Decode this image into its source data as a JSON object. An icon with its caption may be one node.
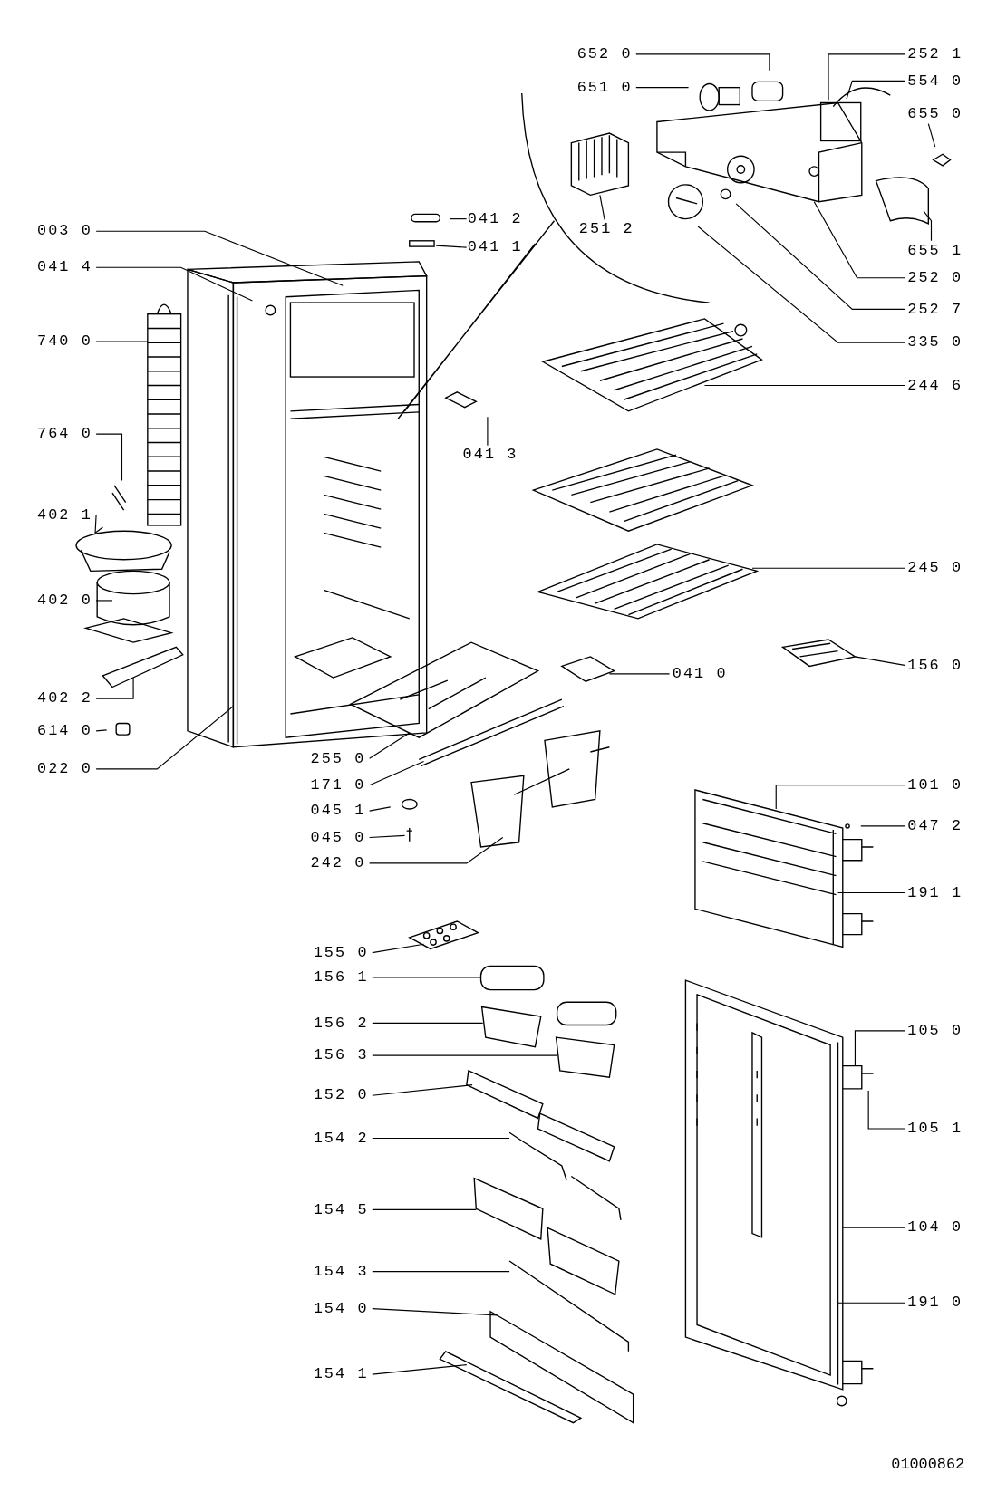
{
  "diagram": {
    "nodes": [
      {
        "text": [
          "652 0"
        ]
      },
      {
        "text": [
          "252 1"
        ]
      },
      {
        "text": [
          "554 0"
        ]
      },
      {
        "text": [
          "651 0"
        ]
      },
      {
        "text": [
          "655 0"
        ]
      },
      {
        "text": [
          "041 2"
        ]
      },
      {
        "text": [
          "251 2"
        ]
      },
      {
        "text": [
          "003 0"
        ]
      },
      {
        "text": [
          "041 1"
        ]
      },
      {
        "text": [
          "655 1"
        ]
      },
      {
        "text": [
          "041 4"
        ]
      },
      {
        "text": [
          "252 0"
        ]
      },
      {
        "text": [
          "252 7"
        ]
      },
      {
        "text": [
          "740 0"
        ]
      },
      {
        "text": [
          "335 0"
        ]
      },
      {
        "text": [
          "244 6"
        ]
      },
      {
        "text": [
          "764 0"
        ]
      },
      {
        "text": [
          "041 3"
        ]
      },
      {
        "text": [
          "402 1"
        ]
      },
      {
        "text": [
          "245 0"
        ]
      },
      {
        "text": [
          "402 0"
        ]
      },
      {
        "text": [
          "156 0"
        ]
      },
      {
        "text": [
          "041 0"
        ]
      },
      {
        "text": [
          "402 2"
        ]
      },
      {
        "text": [
          "614 0"
        ]
      },
      {
        "text": [
          "255 0"
        ]
      },
      {
        "text": [
          "022 0"
        ]
      },
      {
        "text": [
          "101 0"
        ]
      },
      {
        "text": [
          "171 0"
        ]
      },
      {
        "text": [
          "045 1"
        ]
      },
      {
        "text": [
          "047 2"
        ]
      },
      {
        "text": [
          "045 0"
        ]
      },
      {
        "text": [
          "242 0"
        ]
      },
      {
        "text": [
          "191 1"
        ]
      },
      {
        "text": [
          "155 0"
        ]
      },
      {
        "text": [
          "156 1"
        ]
      },
      {
        "text": [
          "156 2"
        ]
      },
      {
        "text": [
          "105 0"
        ]
      },
      {
        "text": [
          "156 3"
        ]
      },
      {
        "text": [
          "152 0"
        ]
      },
      {
        "text": [
          "105 1"
        ]
      },
      {
        "text": [
          "154 2"
        ]
      },
      {
        "text": [
          "154 5"
        ]
      },
      {
        "text": [
          "104 0"
        ]
      },
      {
        "text": [
          "154 3"
        ]
      },
      {
        "text": [
          "191 0"
        ]
      },
      {
        "text": [
          "154 0"
        ]
      },
      {
        "text": [
          "154 1"
        ]
      }
    ],
    "edges": [
      {
        "from": 0,
        "to": null,
        "arrow": "none"
      },
      {
        "from": 1,
        "to": null,
        "arrow": "none"
      },
      {
        "from": 2,
        "to": null,
        "arrow": "none"
      },
      {
        "from": 3,
        "to": null,
        "arrow": "none"
      },
      {
        "from": 4,
        "to": null,
        "arrow": "none"
      },
      {
        "from": 5,
        "to": null,
        "arrow": "none"
      },
      {
        "from": 6,
        "to": null,
        "arrow": "none"
      },
      {
        "from": 7,
        "to": null,
        "arrow": "none"
      },
      {
        "from": 8,
        "to": null,
        "arrow": "none"
      },
      {
        "from": 9,
        "to": null,
        "arrow": "none"
      },
      {
        "from": 10,
        "to": null,
        "arrow": "none"
      },
      {
        "from": 11,
        "to": null,
        "arrow": "none"
      },
      {
        "from": 12,
        "to": null,
        "arrow": "none"
      },
      {
        "from": 13,
        "to": null,
        "arrow": "none"
      },
      {
        "from": 14,
        "to": null,
        "arrow": "none"
      },
      {
        "from": 15,
        "to": null,
        "arrow": "none"
      },
      {
        "from": 16,
        "to": null,
        "arrow": "none"
      },
      {
        "from": 17,
        "to": null,
        "arrow": "none"
      },
      {
        "from": 18,
        "to": null,
        "arrow": "none"
      },
      {
        "from": 19,
        "to": null,
        "arrow": "none"
      },
      {
        "from": 20,
        "to": null,
        "arrow": "none"
      },
      {
        "from": 21,
        "to": null,
        "arrow": "none"
      },
      {
        "from": 22,
        "to": null,
        "arrow": "none"
      },
      {
        "from": 23,
        "to": null,
        "arrow": "none"
      },
      {
        "from": 24,
        "to": null,
        "arrow": "none"
      },
      {
        "from": 25,
        "to": null,
        "arrow": "none"
      },
      {
        "from": 26,
        "to": null,
        "arrow": "none"
      },
      {
        "from": 27,
        "to": null,
        "arrow": "none"
      },
      {
        "from": 28,
        "to": null,
        "arrow": "none"
      },
      {
        "from": 29,
        "to": null,
        "arrow": "none"
      },
      {
        "from": 30,
        "to": null,
        "arrow": "none"
      },
      {
        "from": 31,
        "to": null,
        "arrow": "none"
      },
      {
        "from": 32,
        "to": null,
        "arrow": "none"
      },
      {
        "from": 33,
        "to": null,
        "arrow": "none"
      },
      {
        "from": 34,
        "to": null,
        "arrow": "none"
      },
      {
        "from": 35,
        "to": null,
        "arrow": "none"
      },
      {
        "from": 36,
        "to": null,
        "arrow": "none"
      },
      {
        "from": 37,
        "to": null,
        "arrow": "none"
      },
      {
        "from": 38,
        "to": null,
        "arrow": "none"
      },
      {
        "from": 39,
        "to": null,
        "arrow": "none"
      },
      {
        "from": 40,
        "to": null,
        "arrow": "none"
      },
      {
        "from": 41,
        "to": null,
        "arrow": "none"
      },
      {
        "from": 42,
        "to": null,
        "arrow": "none"
      },
      {
        "from": 43,
        "to": null,
        "arrow": "none"
      },
      {
        "from": 44,
        "to": null,
        "arrow": "none"
      },
      {
        "from": 45,
        "to": null,
        "arrow": "none"
      },
      {
        "from": 46,
        "to": null,
        "arrow": "none"
      },
      {
        "from": 47,
        "to": null,
        "arrow": "none"
      }
    ],
    "labels": [
      "01000862"
    ]
  }
}
